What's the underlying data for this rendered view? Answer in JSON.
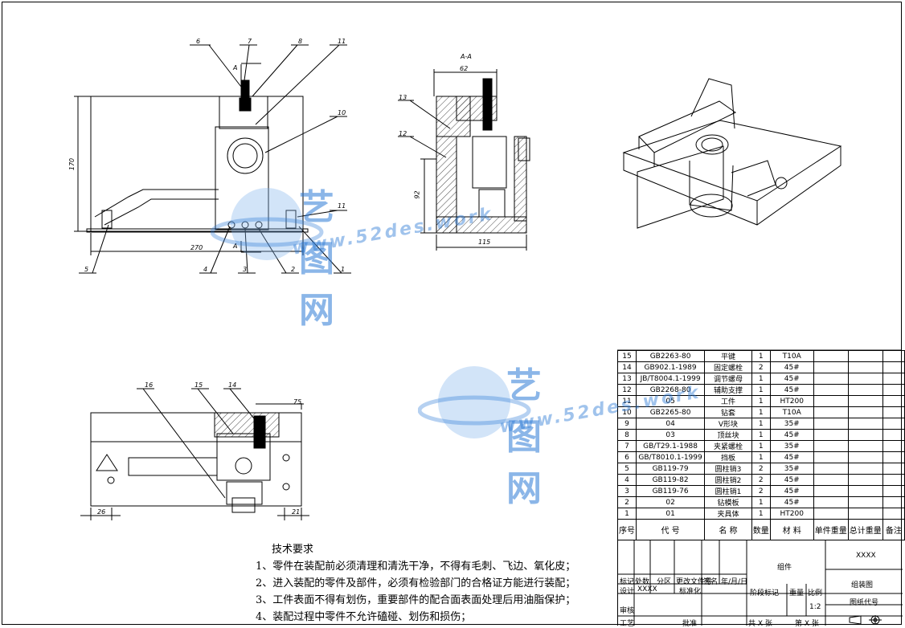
{
  "labels": {
    "a_top": "A",
    "a_bottom": "A",
    "section_aa": "A-A"
  },
  "dims": {
    "d170": "170",
    "d270": "270",
    "d62": "62",
    "d92": "92",
    "d115": "115",
    "d75": "75",
    "d26": "26",
    "d21": "21"
  },
  "callouts": {
    "c1": "1",
    "c2": "2",
    "c3": "3",
    "c4": "4",
    "c5": "5",
    "c6": "6",
    "c7": "7",
    "c8": "8",
    "c10": "10",
    "c11": "11",
    "c12": "12",
    "c13": "13",
    "c14": "14",
    "c15": "15",
    "c16": "16"
  },
  "notes": {
    "title": "技术要求",
    "items": [
      "1、零件在装配前必须清理和清洗干净，不得有毛刺、飞边、氧化皮；",
      "2、进入装配的零件及部件，必须有检验部门的合格证方能进行装配；",
      "3、工件表面不得有划伤，重要部件的配合面表面处理后用油脂保护；",
      "4、装配过程中零件不允许磕碰、划伤和损伤；"
    ]
  },
  "bom": {
    "headers": [
      "序号",
      "代  号",
      "名  称",
      "数量",
      "材  料",
      "单件重量",
      "总计重量",
      "备注"
    ],
    "rows": [
      [
        "15",
        "GB2263-80",
        "平键",
        "1",
        "T10A"
      ],
      [
        "14",
        "GB902.1-1989",
        "固定螺栓",
        "2",
        "45#"
      ],
      [
        "13",
        "JB/T8004.1-1999",
        "调节螺母",
        "1",
        "45#"
      ],
      [
        "12",
        "GB2268-80",
        "辅助支撑",
        "1",
        "45#"
      ],
      [
        "11",
        "05",
        "工件",
        "1",
        "HT200"
      ],
      [
        "10",
        "GB2265-80",
        "钻套",
        "1",
        "T10A"
      ],
      [
        "9",
        "04",
        "V形块",
        "1",
        "35#"
      ],
      [
        "8",
        "03",
        "顶丝块",
        "1",
        "45#"
      ],
      [
        "7",
        "GB/T29.1-1988",
        "夹紧螺栓",
        "1",
        "35#"
      ],
      [
        "6",
        "GB/T8010.1-1999",
        "挡板",
        "1",
        "45#"
      ],
      [
        "5",
        "GB119-79",
        "圆柱销3",
        "2",
        "35#"
      ],
      [
        "4",
        "GB119-82",
        "圆柱销2",
        "2",
        "45#"
      ],
      [
        "3",
        "GB119-76",
        "圆柱销1",
        "2",
        "45#"
      ],
      [
        "2",
        "02",
        "钻模板",
        "1",
        "45#"
      ],
      [
        "1",
        "01",
        "夹具体",
        "1",
        "HT200"
      ]
    ]
  },
  "titleblock": {
    "mark": "标记",
    "count": "处数",
    "zone": "分区",
    "change_doc": "更改文件号",
    "signature": "签名",
    "date": "年/月/日",
    "design": "设计",
    "designer": "XXXX",
    "standardize": "标准化",
    "review": "审核",
    "process": "工艺",
    "approve": "批准",
    "group": "组件",
    "stage_mark": "阶段标记",
    "weight": "重量",
    "scale_label": "比例",
    "scale_value": "1:2",
    "sheets_total": "共  X  张",
    "sheet_no": "第  X  张",
    "drawing_name": "XXXX",
    "assembly": "组装图",
    "drawing_code": "图纸代号"
  },
  "watermark": {
    "brand": "艺图网",
    "url": "www.52des.work"
  }
}
